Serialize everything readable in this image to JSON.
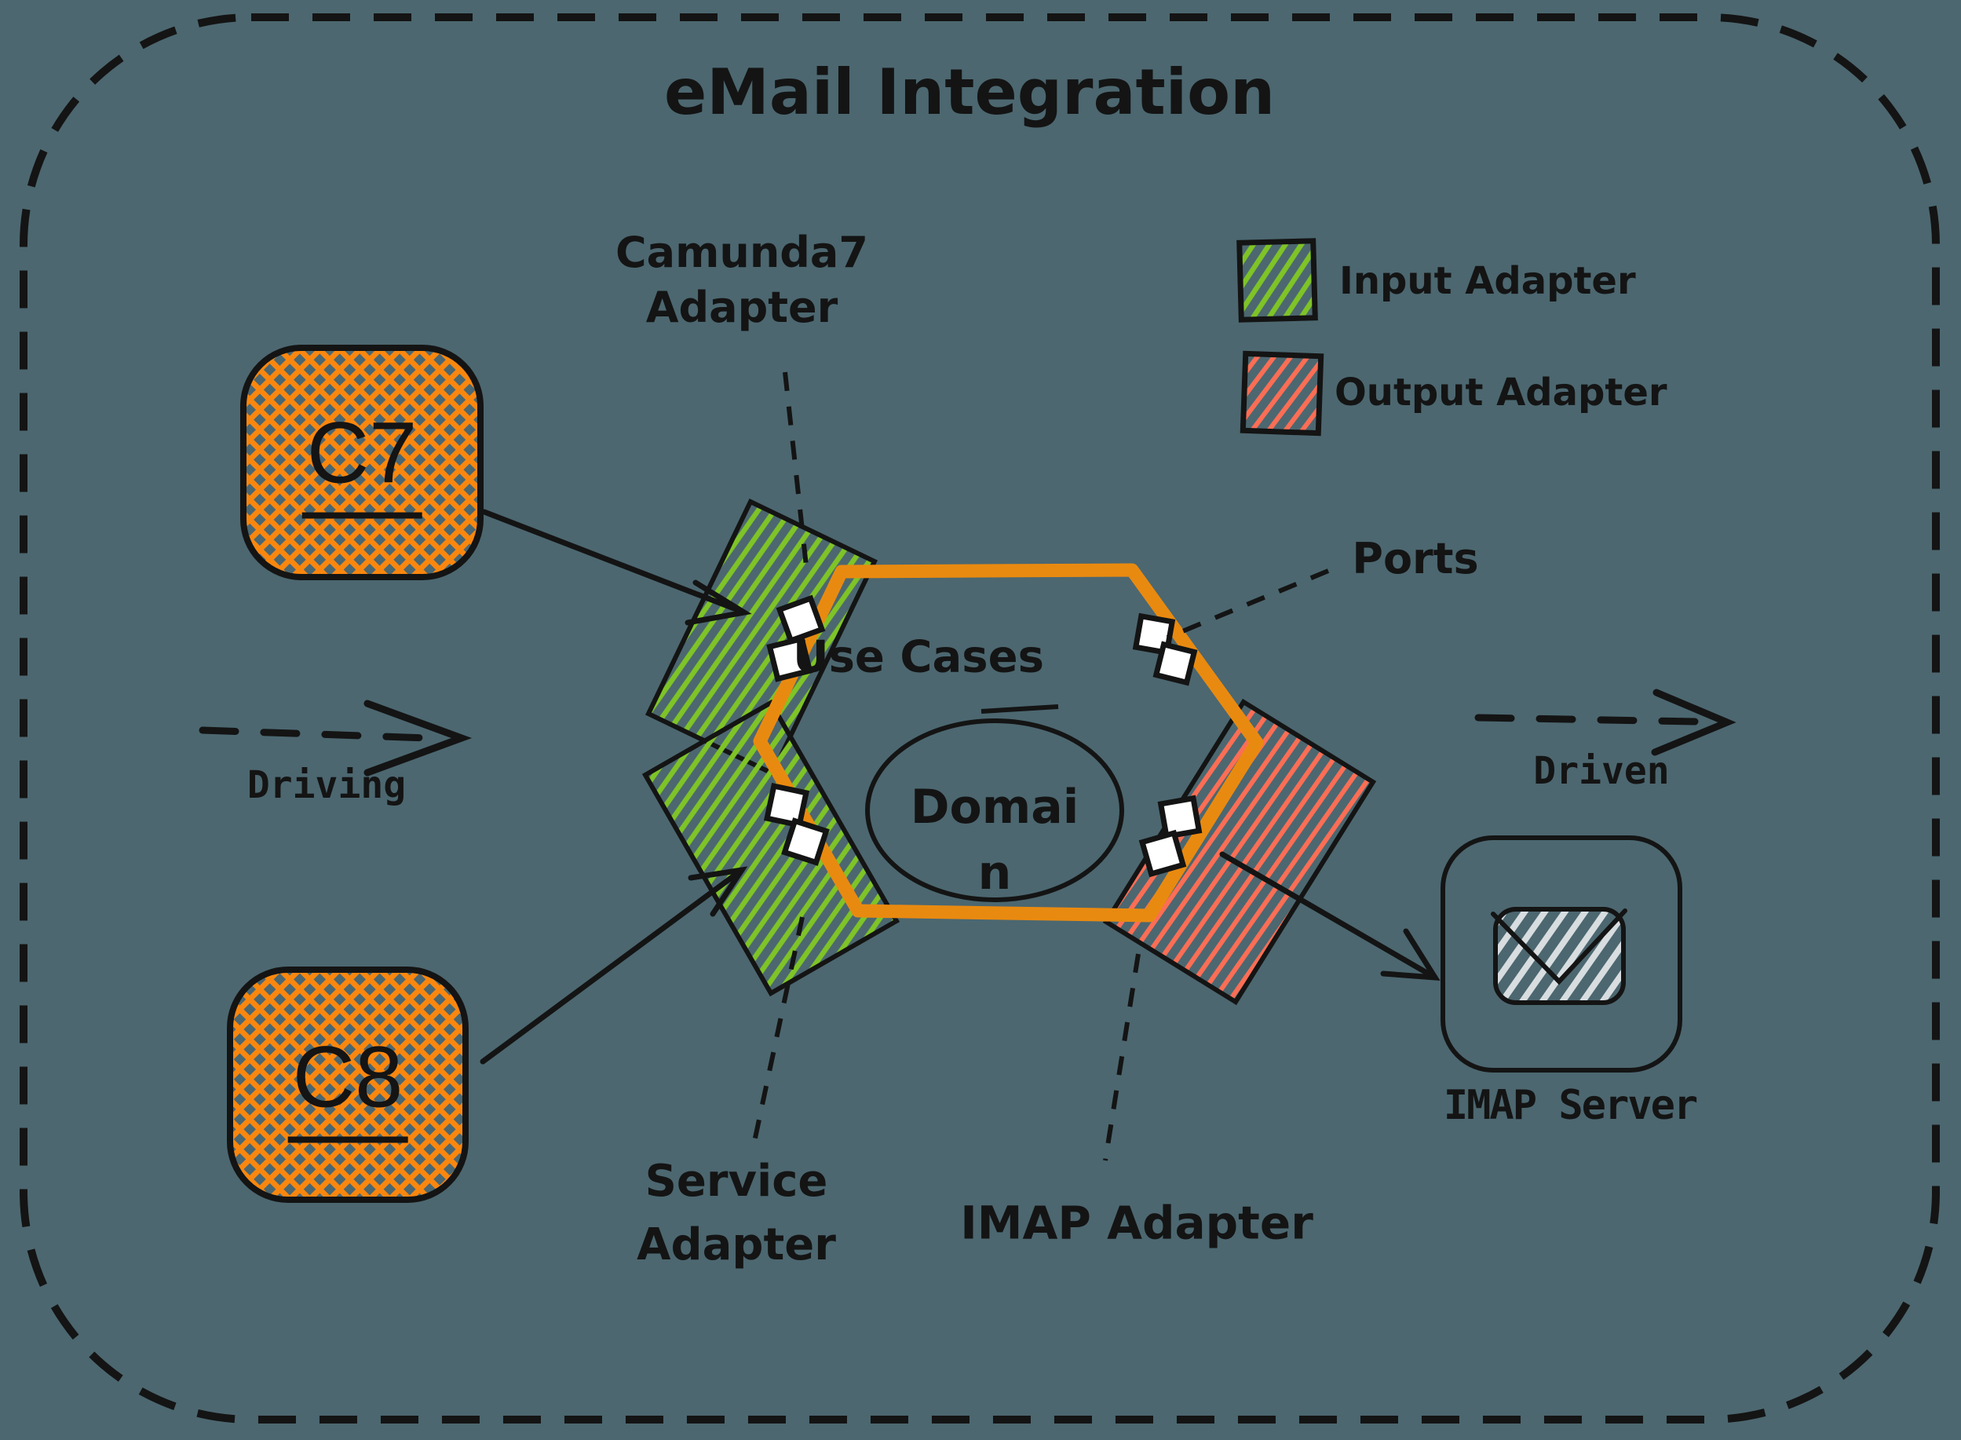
{
  "title": "eMail Integration",
  "colors": {
    "background": "#4c6770",
    "ink": "#141414",
    "hexagon_border": "#e98a10",
    "node_hatch_orange": "#f9870f",
    "input_adapter_green": "#7ec427",
    "output_adapter_red": "#fb6e55",
    "envelope_hatch": "#d8dde0",
    "port_fill": "#ffffff"
  },
  "nodes": {
    "c7": {
      "label": "C7"
    },
    "c8": {
      "label": "C8"
    },
    "imap_server": {
      "label": "IMAP Server"
    }
  },
  "hexagon": {
    "use_cases_label": "Use Cases",
    "domain_line1": "Domai",
    "domain_line2": "n"
  },
  "annotations": {
    "camunda7_adapter_line1": "Camunda7",
    "camunda7_adapter_line2": "Adapter",
    "service_adapter_line1": "Service",
    "service_adapter_line2": "Adapter",
    "imap_adapter": "IMAP Adapter",
    "ports": "Ports",
    "driving": "Driving",
    "driven": "Driven"
  },
  "legend": {
    "items": [
      {
        "label": "Input Adapter",
        "swatch": "green-hatch"
      },
      {
        "label": "Output Adapter",
        "swatch": "red-hatch"
      }
    ]
  }
}
